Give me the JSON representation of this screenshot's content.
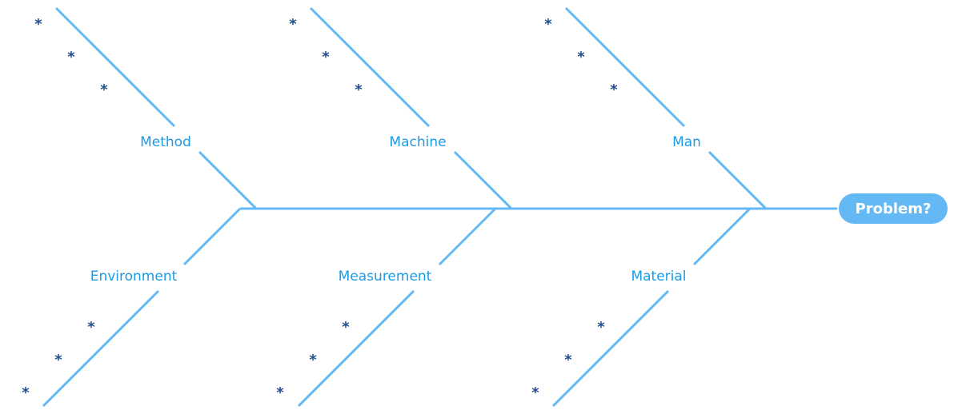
{
  "diagram": {
    "problem": "Problem?",
    "categories": {
      "method": "Method",
      "machine": "Machine",
      "man": "Man",
      "environment": "Environment",
      "measurement": "Measurement",
      "material": "Material"
    },
    "cause_marker": "*"
  },
  "colors": {
    "line": "#64b9f5",
    "label": "#1a9be6",
    "marker": "#1e4d8c",
    "problem_fill": "#64b9f5",
    "problem_text": "#ffffff"
  }
}
